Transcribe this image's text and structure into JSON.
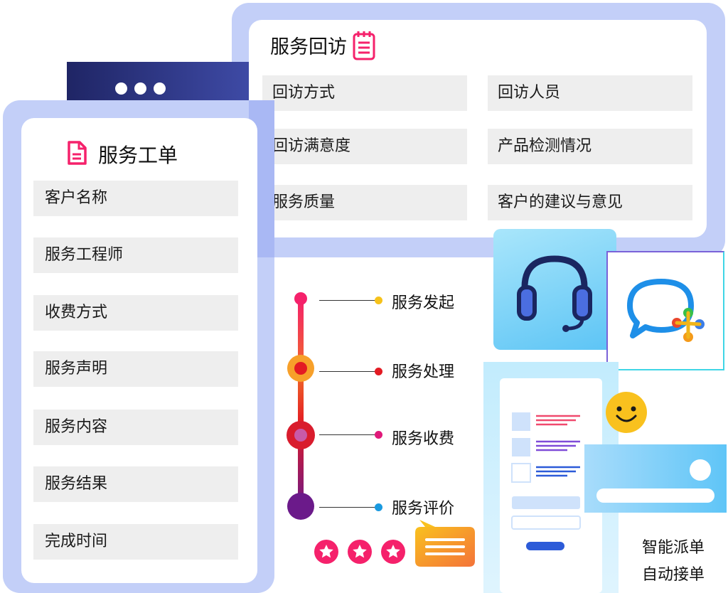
{
  "visit": {
    "title": "服务回访",
    "fields": [
      "回访方式",
      "回访人员",
      "回访满意度",
      "产品检测情况",
      "服务质量",
      "客户的建议与意见"
    ]
  },
  "order": {
    "title": "服务工单",
    "fields": [
      "客户名称",
      "服务工程师",
      "收费方式",
      "服务声明",
      "服务内容",
      "服务结果",
      "完成时间"
    ]
  },
  "timeline": {
    "steps": [
      "服务发起",
      "服务处理",
      "服务收费",
      "服务评价"
    ]
  },
  "dispatch": {
    "line1": "智能派单",
    "line2": "自动接单"
  },
  "colors": {
    "frame": "#c3cff8",
    "accent_pink": "#f5216b",
    "field_bg": "#eeeeee",
    "dark_bar": "#1f2565"
  }
}
